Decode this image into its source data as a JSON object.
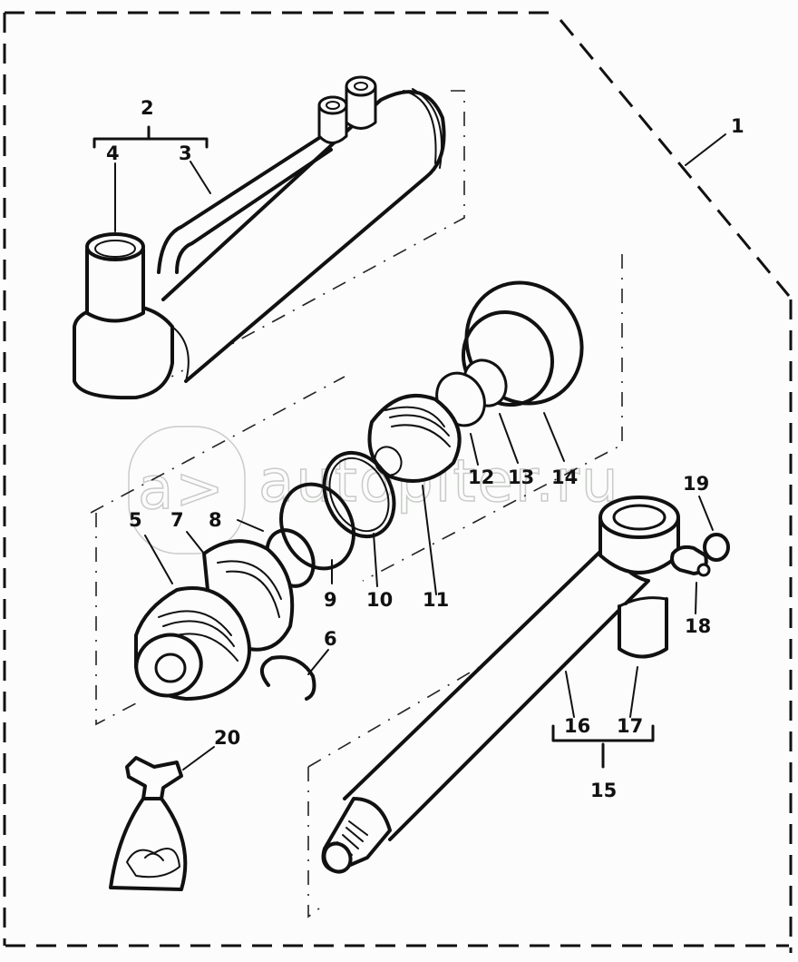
{
  "diagram": {
    "type": "exploded-parts-diagram",
    "subject": "hydraulic steering cylinder assembly",
    "watermark": {
      "logo_text": "a>",
      "site_text": "autopiter.ru"
    },
    "callouts": [
      {
        "id": "1",
        "label": "1",
        "part": "cylinder-assembly-complete"
      },
      {
        "id": "2",
        "label": "2",
        "part": "cylinder-body-set",
        "children": [
          "4",
          "3"
        ]
      },
      {
        "id": "3",
        "label": "3",
        "part": "pipe"
      },
      {
        "id": "4",
        "label": "4",
        "part": "bushing"
      },
      {
        "id": "5",
        "label": "5",
        "part": "piston"
      },
      {
        "id": "6",
        "label": "6",
        "part": "snap-ring"
      },
      {
        "id": "7",
        "label": "7",
        "part": "piston-ring"
      },
      {
        "id": "8",
        "label": "8",
        "part": "o-ring"
      },
      {
        "id": "9",
        "label": "9",
        "part": "o-ring"
      },
      {
        "id": "10",
        "label": "10",
        "part": "backup-ring"
      },
      {
        "id": "11",
        "label": "11",
        "part": "cylinder-end-guide"
      },
      {
        "id": "12",
        "label": "12",
        "part": "seal"
      },
      {
        "id": "13",
        "label": "13",
        "part": "dust-seal"
      },
      {
        "id": "14",
        "label": "14",
        "part": "end-cap"
      },
      {
        "id": "15",
        "label": "15",
        "part": "rod-set",
        "children": [
          "16",
          "17"
        ]
      },
      {
        "id": "16",
        "label": "16",
        "part": "piston-rod"
      },
      {
        "id": "17",
        "label": "17",
        "part": "bushing"
      },
      {
        "id": "18",
        "label": "18",
        "part": "grease-nipple"
      },
      {
        "id": "19",
        "label": "19",
        "part": "cap"
      },
      {
        "id": "20",
        "label": "20",
        "part": "seal-kit-bag"
      }
    ]
  }
}
